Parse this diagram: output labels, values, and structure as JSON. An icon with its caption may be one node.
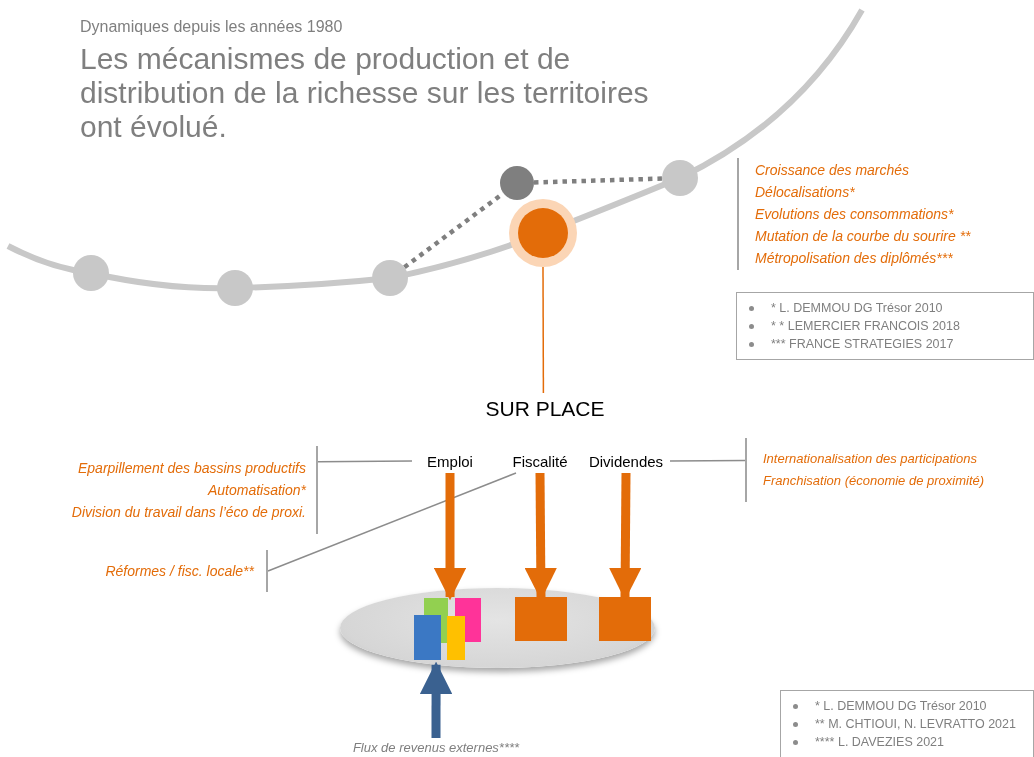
{
  "diagram": {
    "title": "Les mécanismes de production et de distribution de la richesse sur les territoires ont évolué.",
    "labels": [
      "Dynamiques depuis les années 1980"
    ],
    "nodes": [
      {
        "text": [],
        "shape": "circle"
      },
      {
        "text": [],
        "shape": "circle"
      },
      {
        "text": [],
        "shape": "circle"
      },
      {
        "text": [],
        "shape": "circle"
      },
      {
        "text": [],
        "shape": "circle"
      },
      {
        "text": [],
        "shape": "circle"
      },
      {
        "text": [
          "SUR PLACE"
        ]
      },
      {
        "text": [
          "Emploi"
        ]
      },
      {
        "text": [
          "Fiscalité"
        ]
      },
      {
        "text": [
          "Dividendes"
        ]
      },
      {
        "text": [
          "Eparpillement des bassins productifs",
          "Automatisation*",
          "Division du travail dans l’éco de proxi."
        ]
      },
      {
        "text": [
          "Réformes  / fisc. locale**"
        ]
      },
      {
        "text": [
          "Internationalisation des participations",
          "Franchisation (économie de proximité)"
        ]
      },
      {
        "text": [
          "Croissance des marchés",
          "Délocalisations*",
          "Evolutions des consommations*",
          "Mutation de  la courbe du sourire **",
          "Métropolisation des diplômés***"
        ]
      },
      {
        "text": [
          "* L. DEMMOU DG Trésor 2010",
          "* * LEMERCIER FRANCOIS 2018",
          "*** FRANCE STRATEGIES 2017"
        ]
      },
      {
        "text": [
          "* L. DEMMOU DG Trésor 2010",
          "** M. CHTIOUI, N. LEVRATTO 2021",
          "**** L. DAVEZIES 2021"
        ]
      },
      {
        "text": [],
        "shape": "ellipse"
      },
      {
        "text": [],
        "shape": "bar",
        "in": 16
      },
      {
        "text": [],
        "shape": "box",
        "in": 16
      },
      {
        "text": [],
        "shape": "box",
        "in": 16
      },
      {
        "text": [
          "Flux de revenus externes****"
        ]
      }
    ],
    "edges": [
      {
        "from": 2,
        "to": 3,
        "arrow": "none",
        "style": "dashed",
        "color": "#7f7f7f"
      },
      {
        "from": 3,
        "to": 5,
        "arrow": "none",
        "style": "dashed",
        "color": "#7f7f7f"
      },
      {
        "from": 4,
        "to": 6,
        "arrow": "none",
        "color": "#e36c09"
      },
      {
        "from": 10,
        "to": 7,
        "arrow": "none",
        "color": "#8c8c8c"
      },
      {
        "from": 11,
        "to": 8,
        "arrow": "none",
        "color": "#8c8c8c"
      },
      {
        "from": 9,
        "to": 12,
        "arrow": "none",
        "color": "#8c8c8c"
      },
      {
        "from": 7,
        "to": 17,
        "arrow": "to",
        "style": "thick",
        "color": "#e36c09"
      },
      {
        "from": 8,
        "to": 18,
        "arrow": "to",
        "style": "thick",
        "color": "#e36c09"
      },
      {
        "from": 9,
        "to": 19,
        "arrow": "to",
        "style": "thick",
        "color": "#e36c09"
      },
      {
        "from": 20,
        "to": 16,
        "arrow": "to",
        "style": "thick",
        "color": "#3a6190"
      }
    ]
  }
}
